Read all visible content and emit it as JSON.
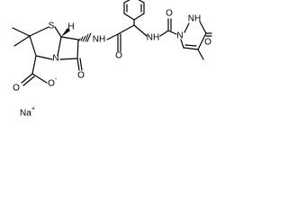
{
  "structure": {
    "atoms": {
      "S": "S",
      "N_ring": "N",
      "O_lactam": "O",
      "O_carboxylate": "O",
      "O_carboxylate_charge": "-",
      "H_stereo": "H",
      "NH_amide": "NH",
      "O_amide": "O",
      "NH_urea": "NH",
      "O_urea": "O",
      "N_pyrazole": "N",
      "NH_pyrazole": "NH",
      "O_pyrazole": "O"
    },
    "counterion": {
      "element": "Na",
      "charge": "+"
    }
  }
}
